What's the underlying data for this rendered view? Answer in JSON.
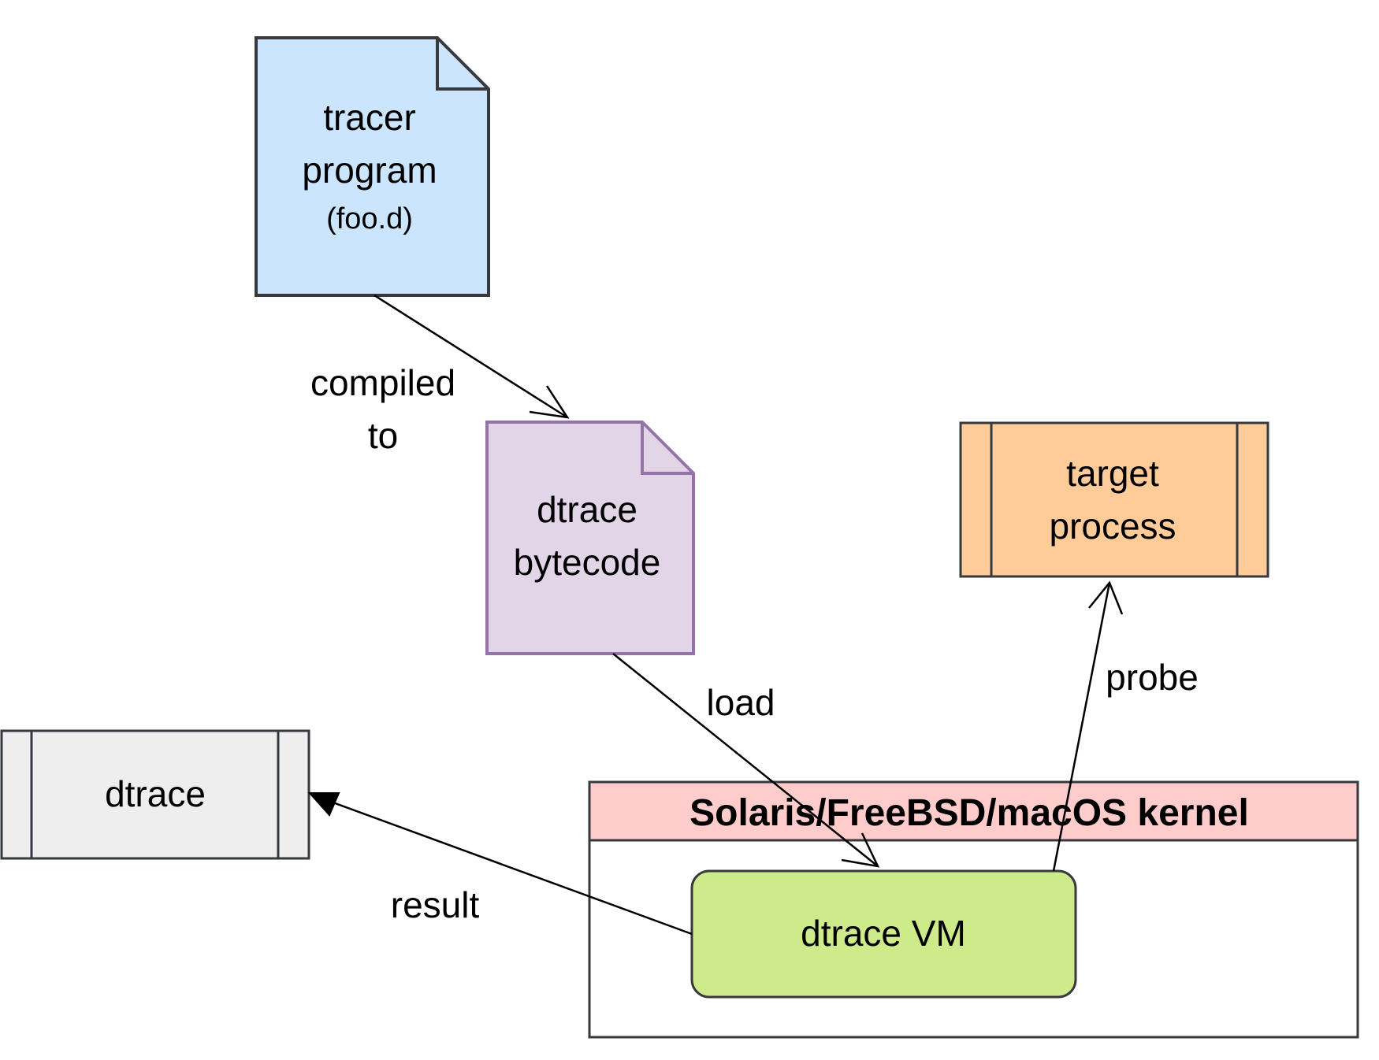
{
  "nodes": {
    "tracer_program": {
      "line1": "tracer",
      "line2": "program",
      "line3": "(foo.d)",
      "fill": "#cce5ff",
      "stroke": "#36393d"
    },
    "dtrace_bytecode": {
      "line1": "dtrace",
      "line2": "bytecode",
      "fill": "#e1d5e7",
      "stroke": "#9673a6"
    },
    "target_process": {
      "line1": "target",
      "line2": "process",
      "fill": "#ffcc99",
      "stroke": "#36393d"
    },
    "dtrace": {
      "label": "dtrace",
      "fill": "#eeeeee",
      "stroke": "#36393d"
    },
    "kernel": {
      "title": "Solaris/FreeBSD/macOS kernel",
      "header_fill": "#ffcccc",
      "stroke": "#36393d"
    },
    "dtrace_vm": {
      "label": "dtrace VM",
      "fill": "#cdeb8b",
      "stroke": "#36393d"
    }
  },
  "edges": {
    "compiled": {
      "line1": "compiled",
      "line2": "to"
    },
    "load": {
      "label": "load"
    },
    "probe": {
      "label": "probe"
    },
    "result": {
      "label": "result"
    }
  }
}
